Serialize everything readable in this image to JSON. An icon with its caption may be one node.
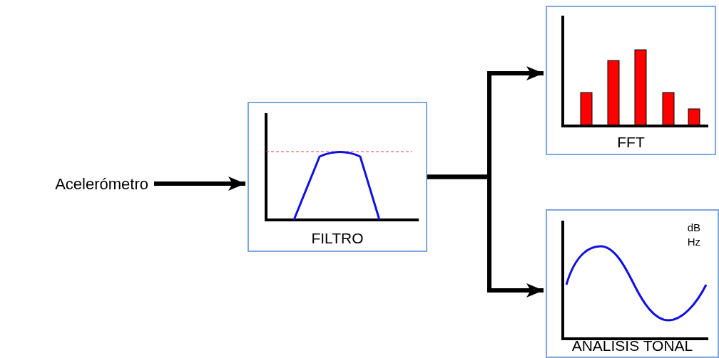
{
  "diagram": {
    "nodes": [
      {
        "text": [
          "Acelerómetro"
        ]
      },
      {
        "text": [
          "FILTRO"
        ]
      },
      {
        "text": [
          "FFT"
        ]
      },
      {
        "text": [
          "dB",
          "Hz",
          "ANALISIS TONAL"
        ]
      }
    ],
    "edges": [
      {
        "from": 0,
        "to": 1,
        "arrow": "to"
      },
      {
        "from": 1,
        "to": 2,
        "arrow": "to"
      },
      {
        "from": 1,
        "to": 3,
        "arrow": "to"
      }
    ]
  }
}
